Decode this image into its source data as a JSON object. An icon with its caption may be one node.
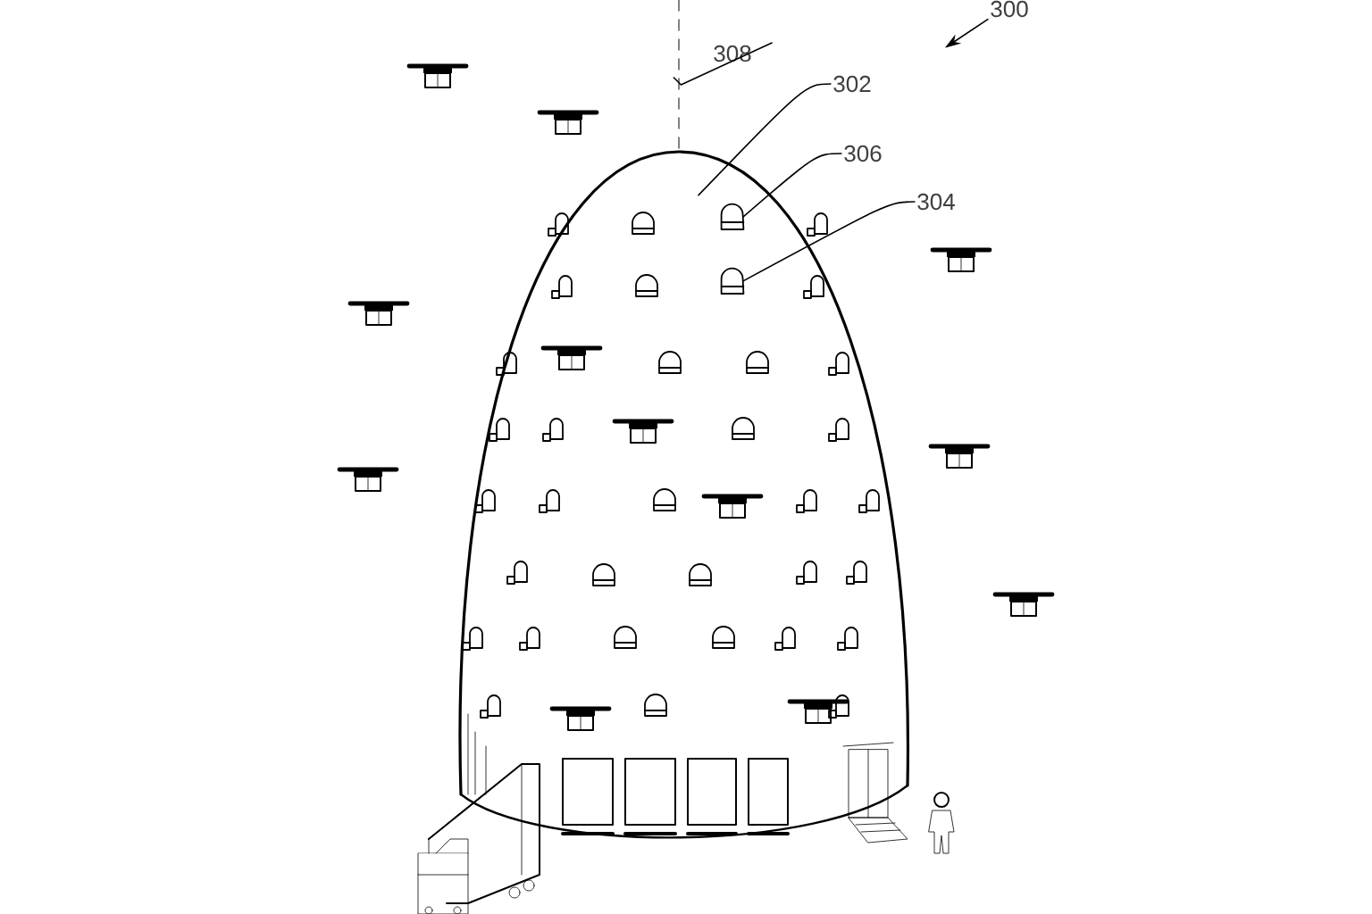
{
  "diagram": {
    "nodes": [
      {
        "text": [
          "300"
        ]
      },
      {
        "text": [
          "302"
        ]
      },
      {
        "text": [],
        "shape": "picture"
      },
      {
        "text": [
          "306"
        ]
      },
      {
        "text": [],
        "shape": "picture",
        "in": 2
      },
      {
        "text": [
          "304"
        ]
      },
      {
        "text": [],
        "shape": "picture",
        "in": 2
      },
      {
        "text": [
          "308"
        ]
      },
      {
        "text": [],
        "shape": "line"
      }
    ],
    "edges": [
      {
        "from": 0,
        "to": null,
        "arrow": "to"
      },
      {
        "from": 1,
        "to": 2,
        "arrow": "none"
      },
      {
        "from": 3,
        "to": 4,
        "arrow": "none"
      },
      {
        "from": 5,
        "to": 6,
        "arrow": "none"
      },
      {
        "from": 7,
        "to": 8,
        "arrow": "none"
      }
    ]
  }
}
